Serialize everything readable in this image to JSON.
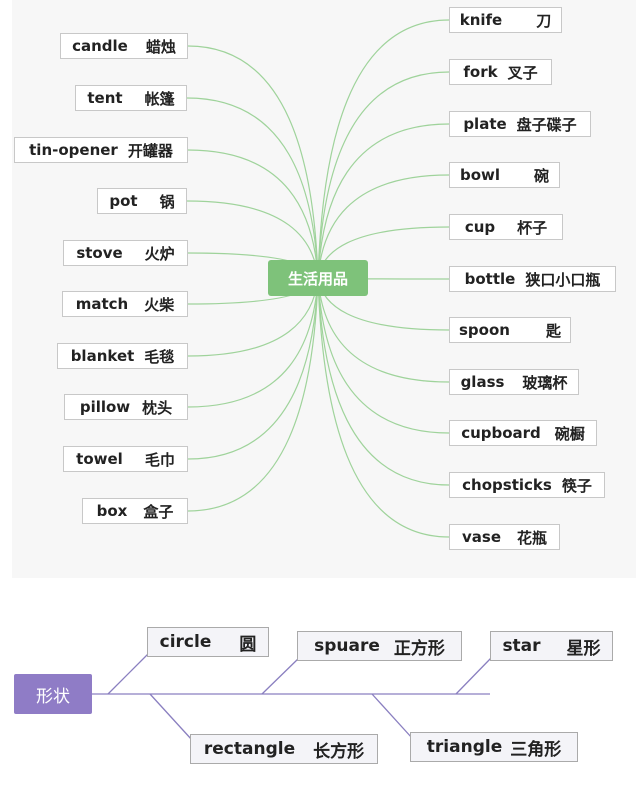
{
  "mindmap_household": {
    "center": "生活用品",
    "left_items": [
      {
        "en": "candle",
        "zh": "蜡烛"
      },
      {
        "en": "tent",
        "zh": "帐篷"
      },
      {
        "en": "tin-opener",
        "zh": "开罐器"
      },
      {
        "en": "pot",
        "zh": "锅"
      },
      {
        "en": "stove",
        "zh": "火炉"
      },
      {
        "en": "match",
        "zh": "火柴"
      },
      {
        "en": "blanket",
        "zh": "毛毯"
      },
      {
        "en": "pillow",
        "zh": "枕头"
      },
      {
        "en": "towel",
        "zh": "毛巾"
      },
      {
        "en": "box",
        "zh": "盒子"
      }
    ],
    "right_items": [
      {
        "en": "knife",
        "zh": "刀"
      },
      {
        "en": "fork",
        "zh": "叉子"
      },
      {
        "en": "plate",
        "zh": "盘子碟子"
      },
      {
        "en": "bowl",
        "zh": "碗"
      },
      {
        "en": "cup",
        "zh": "杯子"
      },
      {
        "en": "bottle",
        "zh": "狭口小口瓶"
      },
      {
        "en": "spoon",
        "zh": "匙"
      },
      {
        "en": "glass",
        "zh": "玻璃杯"
      },
      {
        "en": "cupboard",
        "zh": "碗橱"
      },
      {
        "en": "chopsticks",
        "zh": "筷子"
      },
      {
        "en": "vase",
        "zh": "花瓶"
      }
    ]
  },
  "shapes_tree": {
    "root": "形状",
    "items": [
      {
        "en": "circle",
        "zh": "圆"
      },
      {
        "en": "rectangle",
        "zh": "长方形"
      },
      {
        "en": "spuare",
        "zh": "正方形"
      },
      {
        "en": "triangle",
        "zh": "三角形"
      },
      {
        "en": "star",
        "zh": "星形"
      }
    ]
  },
  "colors": {
    "hub_green": "#7ec27a",
    "connector_green": "#9fd39b",
    "hub_purple": "#8f7cc6",
    "connector_purple": "#8a7fc0"
  }
}
